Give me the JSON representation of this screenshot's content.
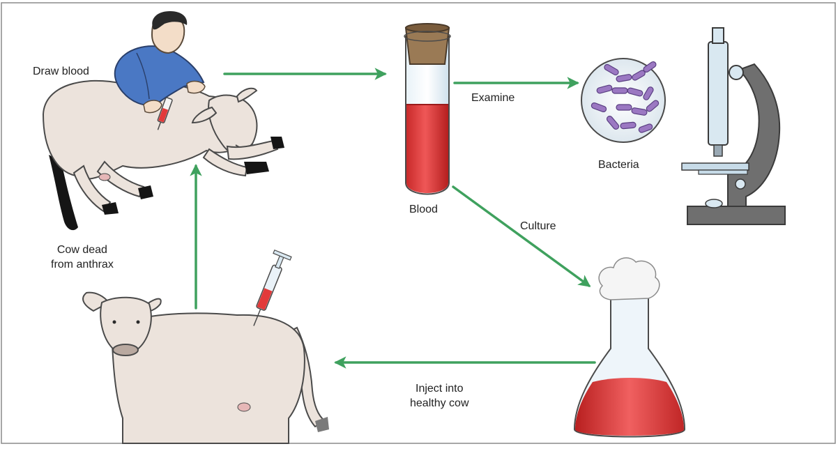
{
  "diagram": {
    "labels": {
      "draw_blood": "Draw blood",
      "examine": "Examine",
      "bacteria": "Bacteria",
      "blood": "Blood",
      "culture": "Culture",
      "cow_dead": "Cow dead\nfrom anthrax",
      "inject": "Inject into\nhealthy cow"
    },
    "colors": {
      "arrow": "#3fa15e",
      "blood": "#e23a3a",
      "cork": "#9a7a55",
      "cow": "#ece3dc",
      "shirt": "#4a78c4",
      "bacteria": "#9b78c2",
      "microscope": "#6f6f6f",
      "border": "#8a8a8a"
    }
  }
}
